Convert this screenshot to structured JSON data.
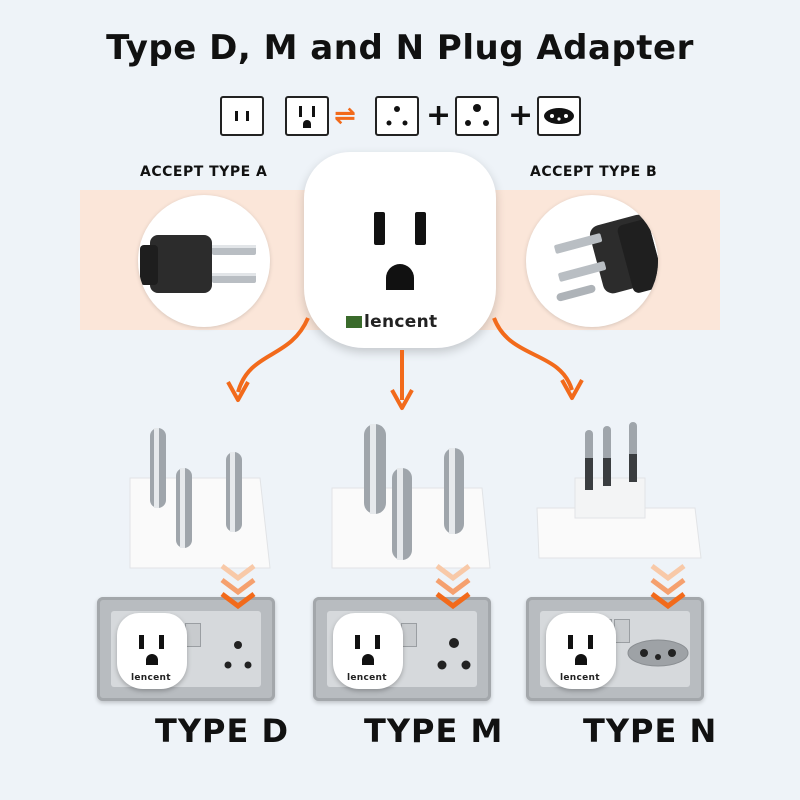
{
  "title": "Type D, M and N Plug Adapter",
  "symbols": {
    "swap": "⇌",
    "plus": "+"
  },
  "icons": [
    "type-a-socket-icon",
    "type-b-socket-icon",
    "type-d-socket-icon",
    "type-m-socket-icon",
    "type-n-socket-icon"
  ],
  "accept_left": "ACCEPT TYPE A",
  "accept_right": "ACCEPT TYPE B",
  "brand": "lencent",
  "types": [
    "TYPE D",
    "TYPE M",
    "TYPE N"
  ],
  "colors": {
    "accent": "#f26a1b",
    "band": "#fbe6d9",
    "background": "#eef3f8"
  }
}
